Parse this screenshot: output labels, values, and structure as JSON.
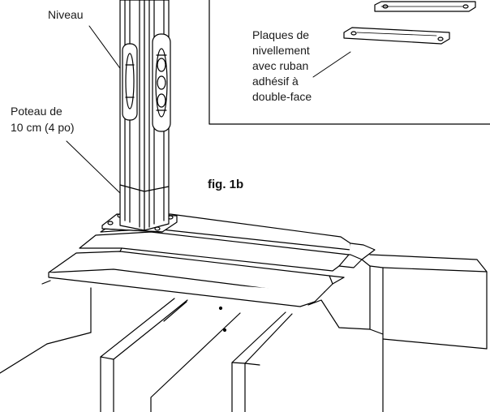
{
  "labels": {
    "level": "Niveau",
    "post_line1": "Poteau de",
    "post_line2": "10 cm (4 po)",
    "shims_line1": "Plaques de",
    "shims_line2": "nivellement",
    "shims_line3": "avec ruban",
    "shims_line4": "adhésif à",
    "shims_line5": "double-face",
    "figure": "fig. 1b"
  }
}
